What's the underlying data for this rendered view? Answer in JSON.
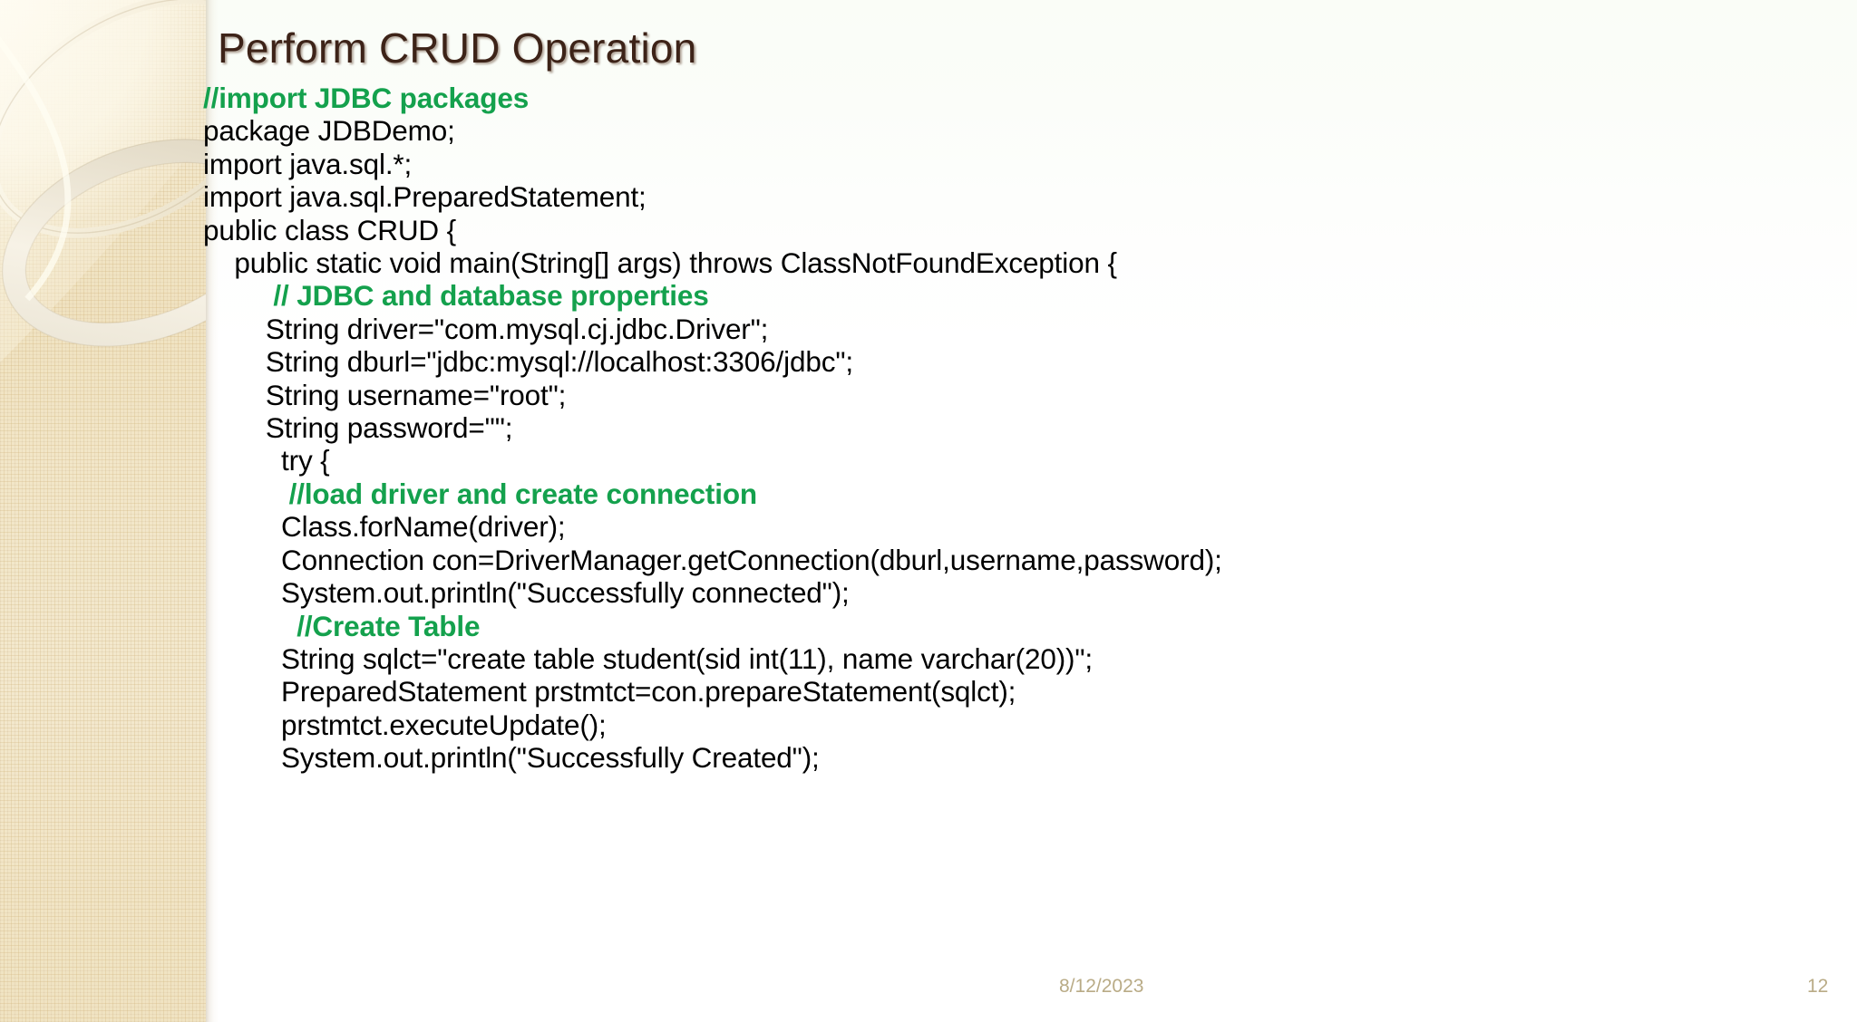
{
  "slide": {
    "title": "Perform CRUD Operation",
    "title_color": "#3d2318",
    "comment_color": "#14a14d",
    "code_color": "#000000",
    "sidebar_color": "#f2e6c6",
    "footer_color": "#b9ab86"
  },
  "code_lines": [
    {
      "text": "//import JDBC packages",
      "indent": 0,
      "style": "comment"
    },
    {
      "text": "package JDBDemo;",
      "indent": 0,
      "style": "code"
    },
    {
      "text": "import java.sql.*;",
      "indent": 0,
      "style": "code"
    },
    {
      "text": "import java.sql.PreparedStatement;",
      "indent": 0,
      "style": "code"
    },
    {
      "text": "public class CRUD {",
      "indent": 0,
      "style": "code"
    },
    {
      "text": "    public static void main(String[] args) throws ClassNotFoundException {",
      "indent": 1,
      "style": "code"
    },
    {
      "text": "         // JDBC and database properties",
      "indent": 2,
      "style": "comment"
    },
    {
      "text": "        String driver=\"com.mysql.cj.jdbc.Driver\";",
      "indent": 2,
      "style": "code"
    },
    {
      "text": "        String dburl=\"jdbc:mysql://localhost:3306/jdbc\";",
      "indent": 2,
      "style": "code"
    },
    {
      "text": "        String username=\"root\";",
      "indent": 2,
      "style": "code"
    },
    {
      "text": "        String password=\"\";",
      "indent": 2,
      "style": "code"
    },
    {
      "text": "          try {",
      "indent": 3,
      "style": "code"
    },
    {
      "text": "           //load driver and create connection",
      "indent": 3,
      "style": "comment"
    },
    {
      "text": "          Class.forName(driver);",
      "indent": 3,
      "style": "code"
    },
    {
      "text": "          Connection con=DriverManager.getConnection(dburl,username,password);",
      "indent": 3,
      "style": "code"
    },
    {
      "text": "          System.out.println(\"Successfully connected\");",
      "indent": 3,
      "style": "code"
    },
    {
      "text": "            //Create Table",
      "indent": 3,
      "style": "comment"
    },
    {
      "text": "          String sqlct=\"create table student(sid int(11), name varchar(20))\";",
      "indent": 3,
      "style": "code"
    },
    {
      "text": "          PreparedStatement prstmtct=con.prepareStatement(sqlct);",
      "indent": 3,
      "style": "code"
    },
    {
      "text": "          prstmtct.executeUpdate();",
      "indent": 3,
      "style": "code"
    },
    {
      "text": "          System.out.println(\"Successfully Created\");",
      "indent": 3,
      "style": "code"
    }
  ],
  "footer": {
    "date": "8/12/2023",
    "page_number": "12"
  }
}
